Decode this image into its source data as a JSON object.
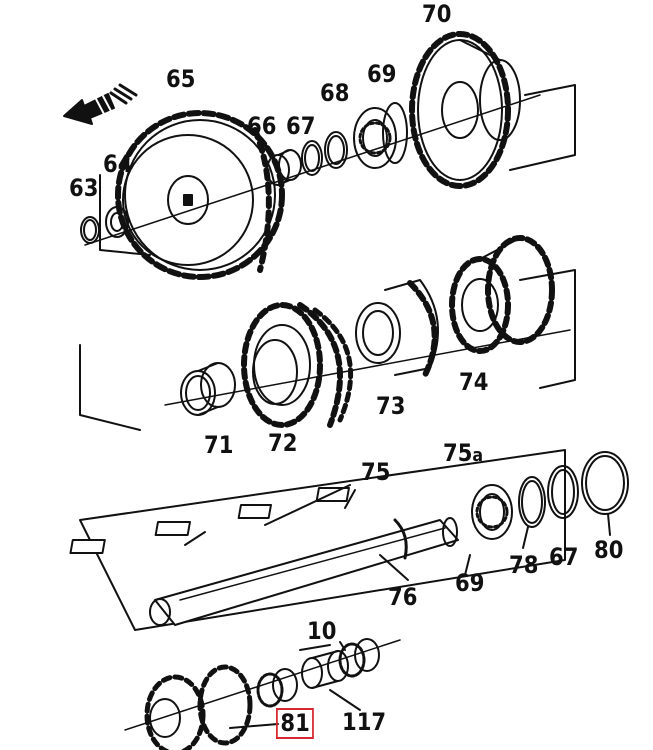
{
  "diagram": {
    "highlight_color": "#d8282f",
    "line_color": "#111111",
    "parts": {
      "p63": "63",
      "p64": "64",
      "p65": "65",
      "p66": "66",
      "p67a": "67",
      "p68": "68",
      "p69a": "69",
      "p70": "70",
      "p71": "71",
      "p72": "72",
      "p73": "73",
      "p74": "74",
      "p75": "75",
      "p75a": "75",
      "p75a_suffix": "a",
      "p76": "76",
      "p69b": "69",
      "p78": "78",
      "p67b": "67",
      "p80": "80",
      "p10": "10",
      "p81": "81",
      "p117": "117"
    },
    "highlighted_part": "81",
    "icons": [
      "direction-arrow-icon"
    ]
  }
}
